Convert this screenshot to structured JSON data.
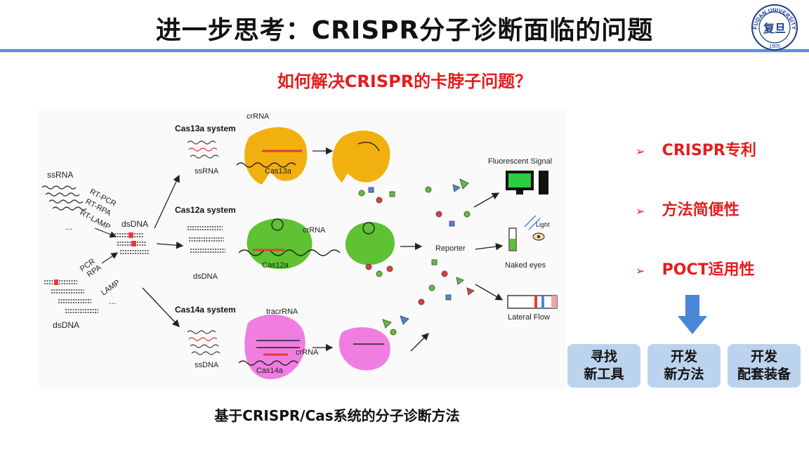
{
  "slide": {
    "title": "进一步思考：CRISPR分子诊断面临的问题",
    "question": "如何解决CRISPR的卡脖子问题？",
    "caption": "基于CRISPR/Cas系统的分子诊断方法"
  },
  "logo": {
    "ring_text": "FUDAN UNIVERSITY",
    "year": "1905",
    "center": "复旦"
  },
  "figure": {
    "ssrna": "ssRNA",
    "dsdna_left": "dsDNA",
    "rt_pcr": "RT-PCR",
    "rt_rpa": "RT-RPA",
    "rt_lamp": "RT-LAMP",
    "pcr": "PCR",
    "rpa": "RPA",
    "lamp": "LAMP",
    "dsdna_mid": "dsDNA",
    "ellipsis": "...",
    "cas13a_system": "Cas13a system",
    "cas12a_system": "Cas12a system",
    "cas14a_system": "Cas14a system",
    "crrna": "crRNA",
    "tracrrna": "tracrRNA",
    "cas13a": "Cas13a",
    "cas12a": "Cas12a",
    "cas14a": "Cas14a",
    "target_ssrna": "ssRNA",
    "target_dsdna": "dsDNA",
    "target_ssdna": "ssDNA",
    "reporter": "Reporter",
    "fluorescent_signal": "Fluorescent Signal",
    "naked_eyes": "Naked eyes",
    "light": "Light",
    "lateral_flow": "Lateral Flow"
  },
  "bullets": [
    {
      "mark": "➢",
      "text": "CRISPR专利"
    },
    {
      "mark": "➢",
      "text": "方法简便性"
    },
    {
      "mark": "➢",
      "text": "POCT适用性"
    }
  ],
  "boxes": [
    {
      "line1": "寻找",
      "line2": "新工具"
    },
    {
      "line1": "开发",
      "line2": "新方法"
    },
    {
      "line1": "开发",
      "line2": "配套装备"
    }
  ],
  "colors": {
    "accent_blue": "#5b8fd1",
    "highlight_red": "#e51d1d",
    "cas13a": "#f2b00e",
    "cas12a": "#5ec232",
    "cas14a": "#ef7ee0",
    "box_fill": "#bcd3ee",
    "arrow_blue": "#4a86d8"
  }
}
